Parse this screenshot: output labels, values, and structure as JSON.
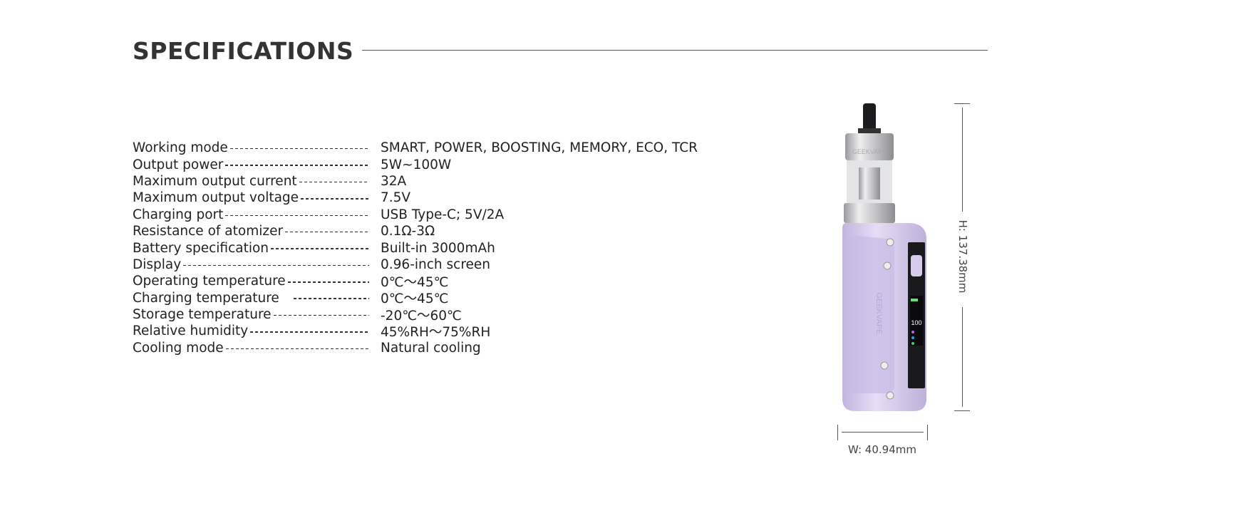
{
  "header": {
    "title": "SPECIFICATIONS"
  },
  "specs": [
    {
      "label": "Working mode",
      "value": "SMART, POWER, BOOSTING, MEMORY, ECO, TCR"
    },
    {
      "label": "Output power",
      "value": "5W~100W"
    },
    {
      "label": "Maximum output current",
      "value": "32A"
    },
    {
      "label": "Maximum output voltage",
      "value": "7.5V"
    },
    {
      "label": "Charging port",
      "value": "USB Type-C; 5V/2A"
    },
    {
      "label": "Resistance of atomizer",
      "value": "0.1Ω-3Ω"
    },
    {
      "label": "Battery specification",
      "value": "Built-in 3000mAh"
    },
    {
      "label": "Display",
      "value": "0.96-inch screen"
    },
    {
      "label": "Operating temperature",
      "value": "0℃〜45℃"
    },
    {
      "label": "Charging temperature",
      "value": "0℃〜45℃"
    },
    {
      "label": "Storage temperature",
      "value": "-20℃〜60℃"
    },
    {
      "label": "Relative humidity",
      "value": "45%RH〜75%RH"
    },
    {
      "label": "Cooling mode",
      "value": "Natural cooling"
    }
  ],
  "product": {
    "brand": "GEEKVAPE",
    "screen_value": "100",
    "height": "H: 137.38mm",
    "width": "W: 40.94mm",
    "body_color": "#d9cdee"
  }
}
